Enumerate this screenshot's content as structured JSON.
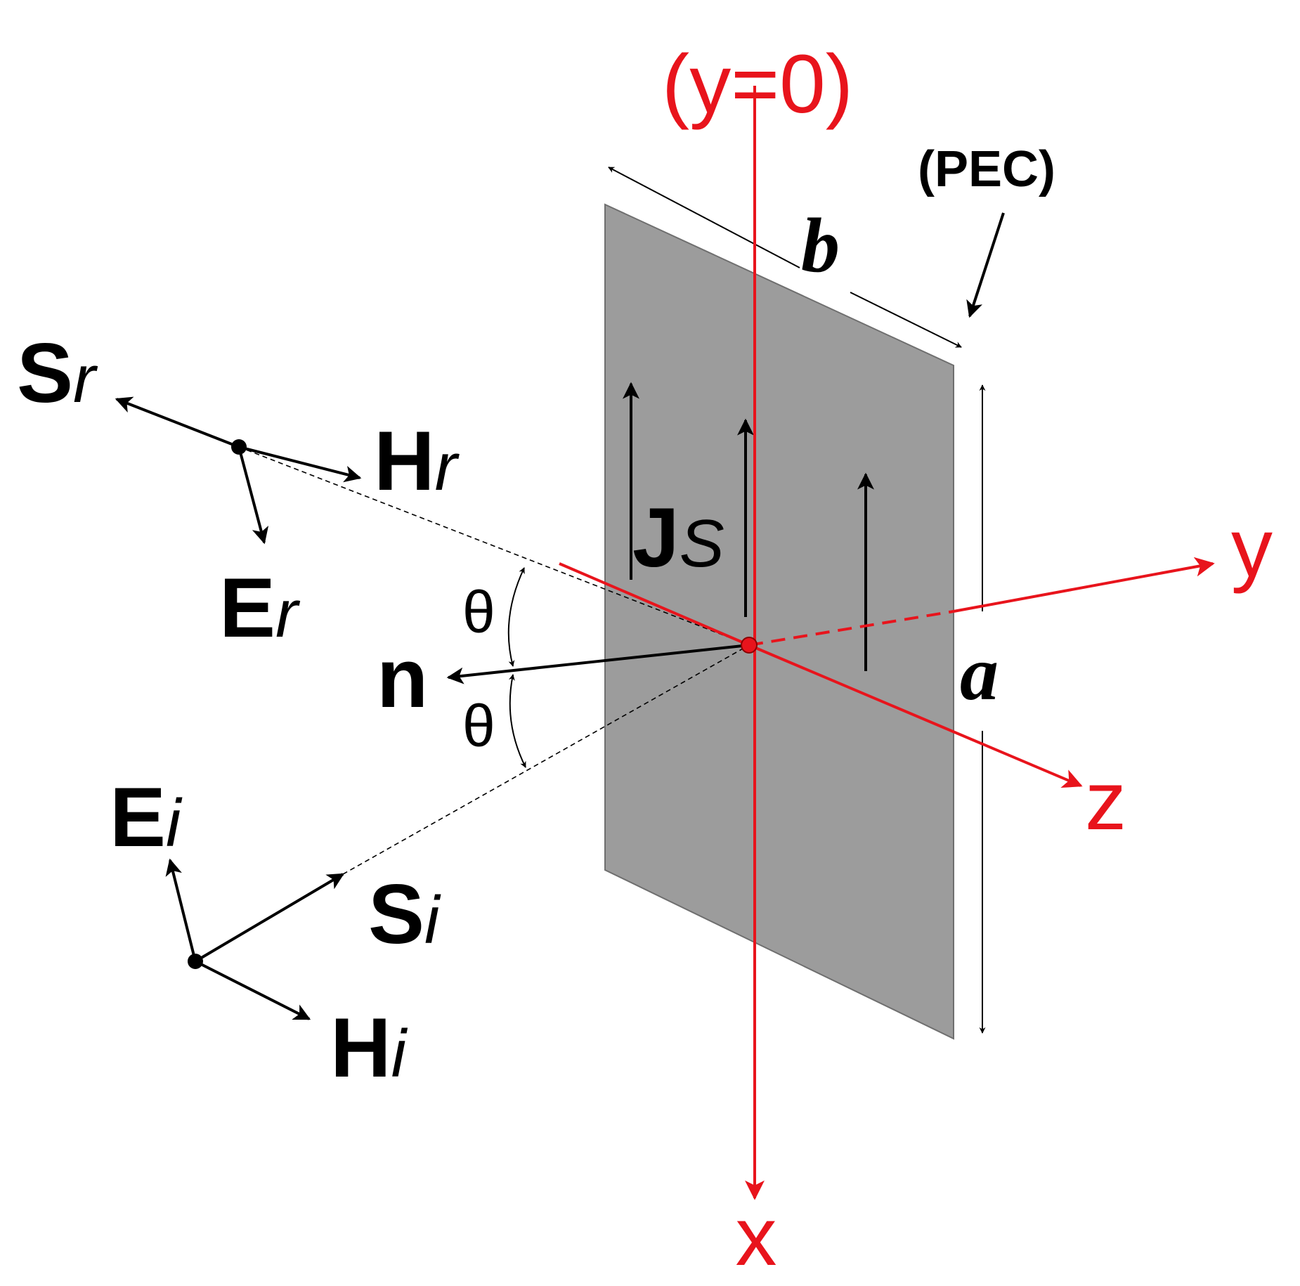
{
  "colors": {
    "axis": "#e8141c",
    "ink": "#000000",
    "plate_fill": "#9c9c9c",
    "plate_edge": "#6f6f6f"
  },
  "labels": {
    "origin_plane": "(y=0)",
    "material": "(PEC)",
    "dim_b": "b",
    "dim_a": "a",
    "axis_x": "x",
    "axis_y": "y",
    "axis_z": "z",
    "normal": "n",
    "angle_top": "θ",
    "angle_bottom": "θ",
    "current": {
      "main": "J",
      "sub": "S"
    },
    "poynting_reflected": {
      "main": "S",
      "sub": "r"
    },
    "h_reflected": {
      "main": "H",
      "sub": "r"
    },
    "e_reflected": {
      "main": "E",
      "sub": "r"
    },
    "e_incident": {
      "main": "E",
      "sub": "i"
    },
    "poynting_incident": {
      "main": "S",
      "sub": "i"
    },
    "h_incident": {
      "main": "H",
      "sub": "i"
    }
  }
}
